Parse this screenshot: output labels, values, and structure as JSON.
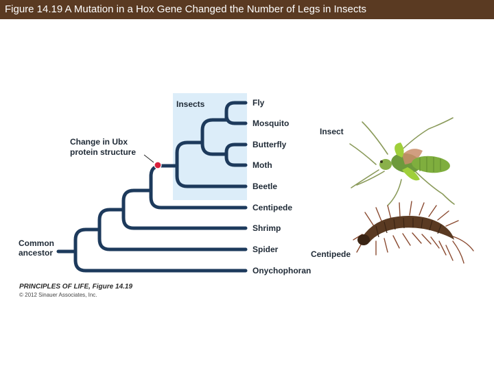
{
  "title": "Figure 14.19  A Mutation in a Hox Gene Changed the Number of Legs in Insects",
  "clade_label": "Insects",
  "taxa": [
    "Fly",
    "Mosquito",
    "Butterfly",
    "Moth",
    "Beetle",
    "Centipede",
    "Shrimp",
    "Spider",
    "Onychophoran"
  ],
  "annotation": {
    "line1": "Change in Ubx",
    "line2": "protein structure"
  },
  "root": {
    "line1": "Common",
    "line2": "ancestor"
  },
  "photos": {
    "insect_label": "Insect",
    "centipede_label": "Centipede"
  },
  "credit": {
    "line1": "PRINCIPLES OF LIFE, Figure 14.19",
    "line2": "© 2012 Sinauer Associates, Inc."
  },
  "colors": {
    "title_bar": "#5a3a22",
    "tree": "#1d3a5c",
    "clade_highlight": "#dcedf9",
    "mutation_dot": "#d8203c"
  }
}
